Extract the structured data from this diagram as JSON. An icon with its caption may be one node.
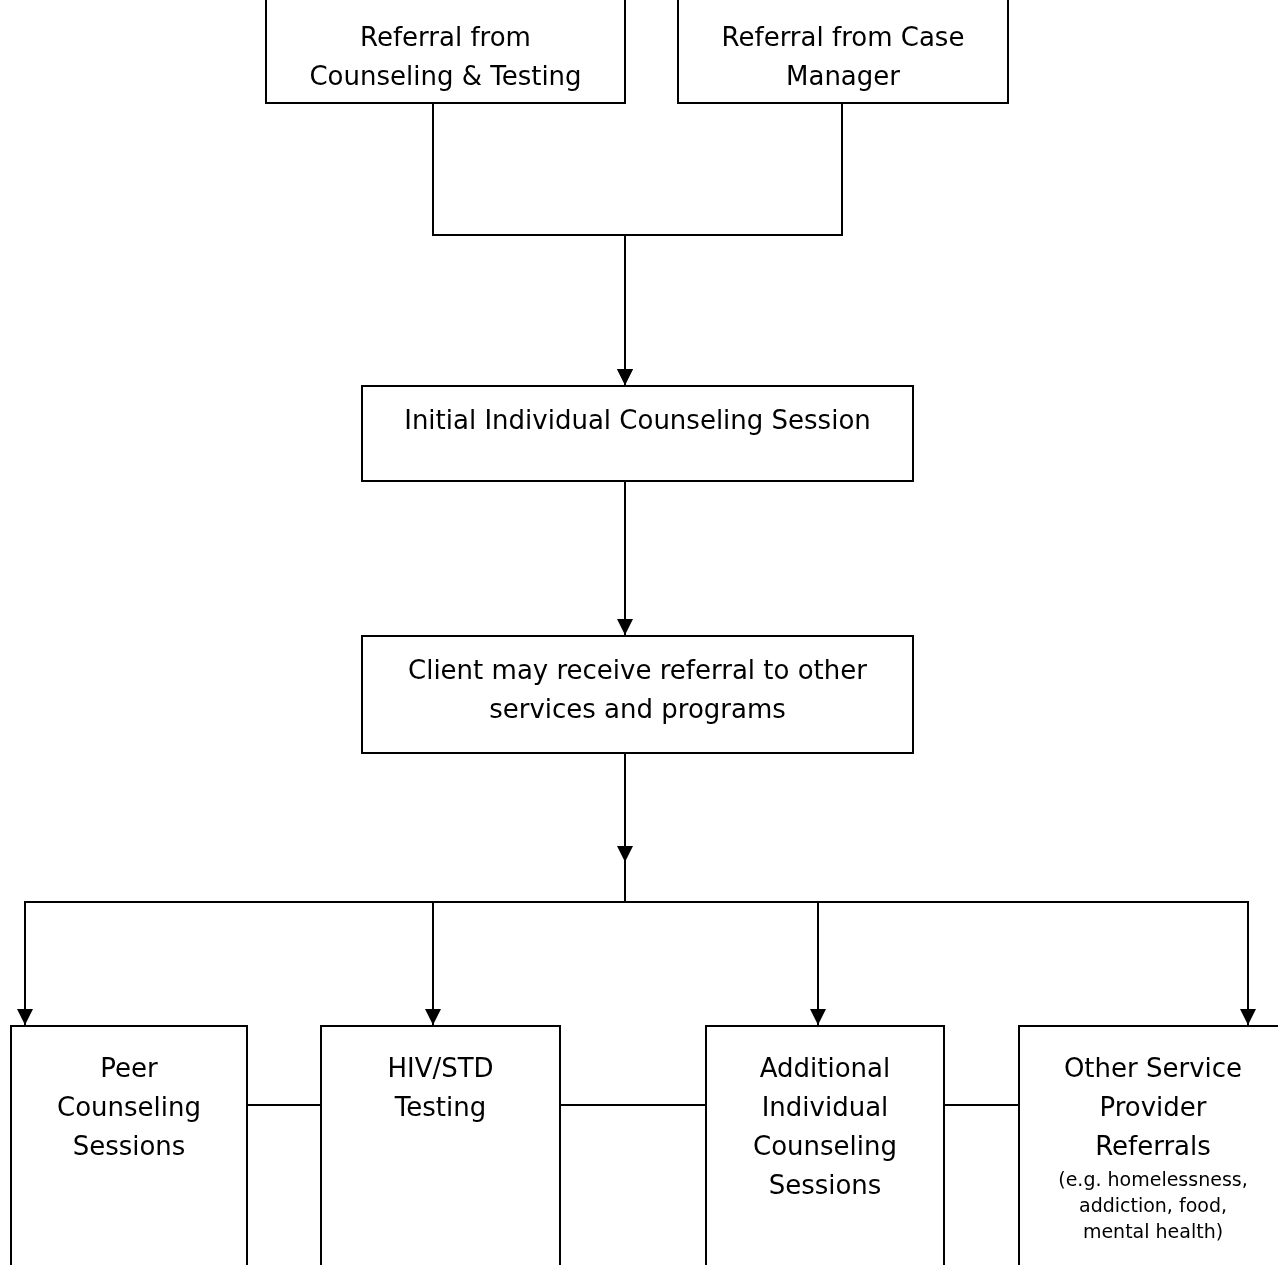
{
  "diagram": {
    "nodes": [
      {
        "text": [
          "Referral from Counseling & Testing"
        ]
      },
      {
        "text": [
          "Referral from Case Manager"
        ]
      },
      {
        "text": [
          "Initial Individual Counseling Session"
        ]
      },
      {
        "text": [
          "Client may receive referral to other services and programs"
        ]
      },
      {
        "text": [
          "Peer Counseling Sessions"
        ]
      },
      {
        "text": [
          "HIV/STD Testing"
        ]
      },
      {
        "text": [
          "Additional Individual Counseling Sessions"
        ]
      },
      {
        "text": [
          "Other Service Provider Referrals",
          "(e.g. homelessness, addiction, food, mental health)"
        ]
      }
    ],
    "edges": [
      {
        "from": 0,
        "to": 2,
        "arrow": "to"
      },
      {
        "from": 1,
        "to": 2,
        "arrow": "to"
      },
      {
        "from": 2,
        "to": 3,
        "arrow": "to"
      },
      {
        "from": 3,
        "to": 4,
        "arrow": "to"
      },
      {
        "from": 3,
        "to": 5,
        "arrow": "to"
      },
      {
        "from": 3,
        "to": 6,
        "arrow": "to"
      },
      {
        "from": 3,
        "to": 7,
        "arrow": "to"
      },
      {
        "from": 4,
        "to": 5,
        "arrow": "none"
      },
      {
        "from": 5,
        "to": 6,
        "arrow": "none"
      },
      {
        "from": 6,
        "to": 7,
        "arrow": "none"
      }
    ]
  }
}
